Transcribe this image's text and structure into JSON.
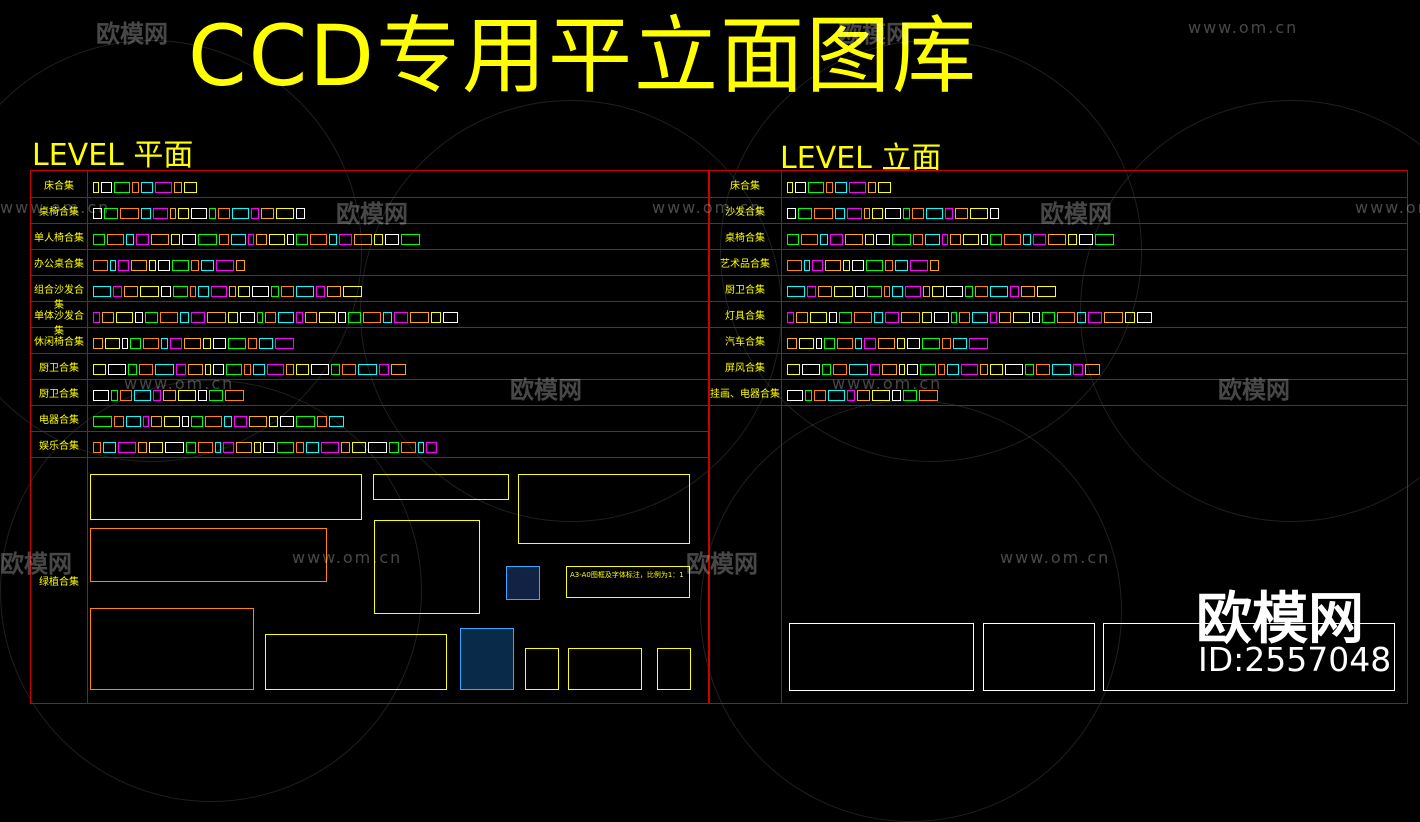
{
  "title": "CCD专用平立面图库",
  "plan": {
    "heading": "LEVEL 平面",
    "rows": [
      "床合集",
      "桌椅合集",
      "单人椅合集",
      "办公桌合集",
      "组合沙发合集",
      "单体沙发合集",
      "休闲椅合集",
      "厨卫合集",
      "厨卫合集",
      "电器合集",
      "娱乐合集",
      "绿植合集"
    ]
  },
  "elevation": {
    "heading": "LEVEL 立面",
    "rows": [
      "床合集",
      "沙发合集",
      "桌椅合集",
      "艺术品合集",
      "厨卫合集",
      "灯具合集",
      "汽车合集",
      "屏风合集",
      "挂画、电器合集"
    ]
  },
  "watermark": {
    "brand": "欧模网",
    "url": "www.om.cn",
    "id": "ID:2557048"
  },
  "annotation": "A3-A0图框及字体标注，比例为1：1",
  "colors": {
    "title": "#ffff00",
    "grid": "#cc0000"
  }
}
